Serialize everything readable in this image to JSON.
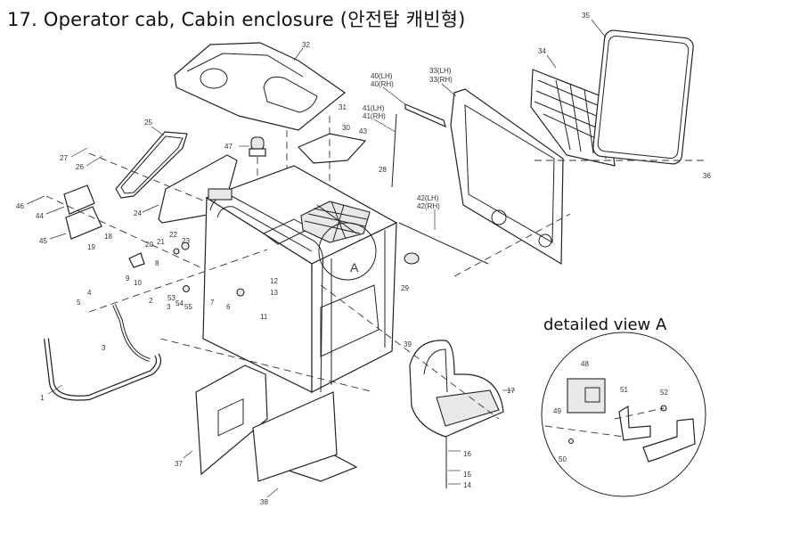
{
  "title": "17. Operator cab, Cabin enclosure (안전탑 캐빈형)",
  "detail_title": "detailed view A",
  "detail_marker": "A",
  "callouts": {
    "c1": "1",
    "c2": "2",
    "c3a": "3",
    "c3b": "3",
    "c4": "4",
    "c5": "5",
    "c6": "6",
    "c7": "7",
    "c8": "8",
    "c9": "9",
    "c10": "10",
    "c11": "11",
    "c12": "12",
    "c13": "13",
    "c14": "14",
    "c15": "15",
    "c16": "16",
    "c17": "17",
    "c18": "18",
    "c19": "19",
    "c20": "20",
    "c21": "21",
    "c22": "22",
    "c23": "23",
    "c24": "24",
    "c25": "25",
    "c26": "26",
    "c27": "27",
    "c28": "28",
    "c29": "29",
    "c30": "30",
    "c31": "31",
    "c32": "32",
    "c33lh": "33(LH)",
    "c33rh": "33(RH)",
    "c34": "34",
    "c35": "35",
    "c36": "36",
    "c37": "37",
    "c38": "38",
    "c39": "39",
    "c40lh": "40(LH)",
    "c40rh": "40(RH)",
    "c41lh": "41(LH)",
    "c41rh": "41(RH)",
    "c42lh": "42(LH)",
    "c42rh": "42(RH)",
    "c43": "43",
    "c44": "44",
    "c45": "45",
    "c46": "46",
    "c47": "47",
    "c48": "48",
    "c49": "49",
    "c50": "50",
    "c51": "51",
    "c52": "52",
    "c53": "53",
    "c54": "54",
    "c55": "55"
  }
}
